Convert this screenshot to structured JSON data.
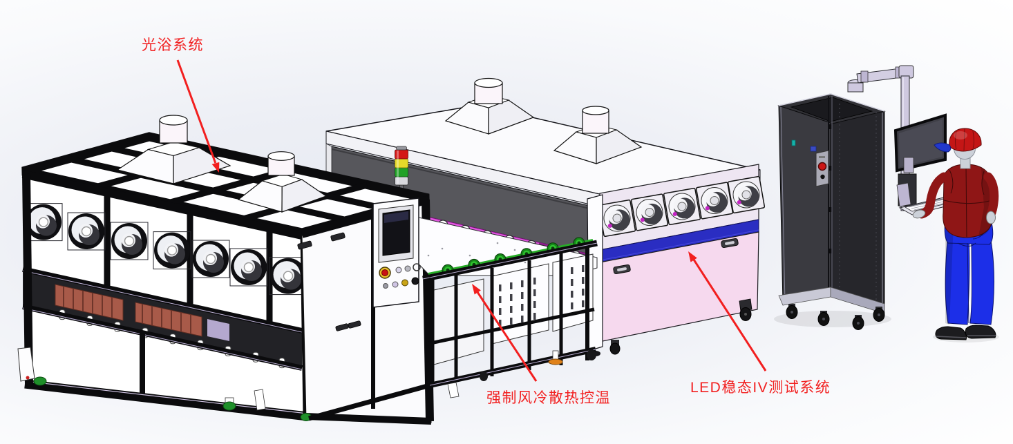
{
  "annotations": {
    "color": "#f21f1f",
    "items": [
      {
        "id": "light-bath-system",
        "label": "光浴系统"
      },
      {
        "id": "forced-air-cooling",
        "label": "强制风冷散热控温"
      },
      {
        "id": "led-iv-test-system",
        "label": "LED稳态IV测试系统"
      }
    ]
  },
  "palette": {
    "frame_black": "#0b0b0d",
    "panel_white": "#ffffff",
    "roof_white": "#fbfbfd",
    "tunnel_dark_band": "#57575c",
    "magenta_strip": "#e156e0",
    "deep_purple": "#8e1f8e",
    "pink_fan_panel": "#eee6f2",
    "pink_panel": "#f6d9ee",
    "blue_stripe": "#2a2dc2",
    "conveyor_green": "#27ad27",
    "heatsink_brown": "#a85a49",
    "tower_red": "#d31717",
    "tower_yellow": "#e6d92a",
    "tower_green": "#21a126",
    "rack_dark": "#26262b",
    "arm_lavender": "#cfc9e0",
    "cap_red": "#c41616",
    "cap_brim_blue": "#2238cc",
    "shirt_red": "#8f1616",
    "pants_blue": "#1c2fe8",
    "skin_gray": "#ccd1d9",
    "caster_green": "#1f8f2a",
    "foot_orange": "#e0821a"
  }
}
